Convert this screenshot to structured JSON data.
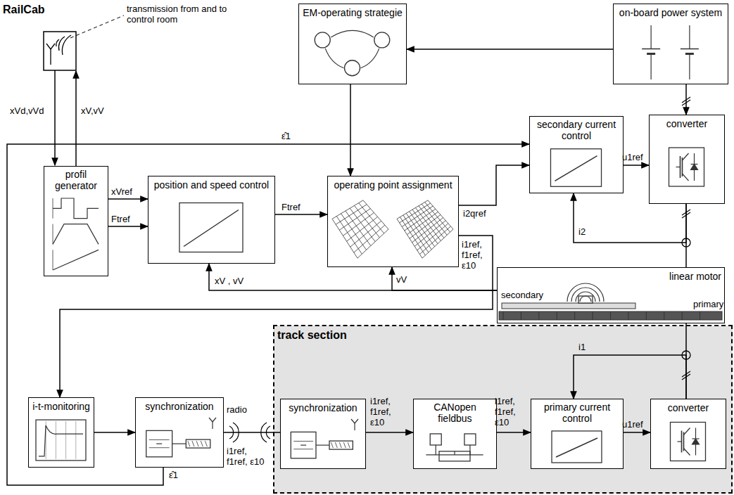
{
  "diagram": {
    "title": "RailCab",
    "nodes": [
      {
        "text": [
          "EM-operating strategie"
        ]
      },
      {
        "text": [
          "on-board power system"
        ]
      },
      {
        "text": [
          "profil generator"
        ]
      },
      {
        "text": [
          "position and speed control"
        ]
      },
      {
        "text": [
          "operating point assignment"
        ]
      },
      {
        "text": [
          "secondary current control"
        ]
      },
      {
        "text": [
          "converter"
        ]
      },
      {
        "text": [
          "linear motor"
        ]
      },
      {
        "text": [
          "i-t-monitoring"
        ]
      },
      {
        "text": [
          "synchronization"
        ]
      },
      {
        "text": [
          "track section"
        ]
      },
      {
        "text": [
          "synchronization"
        ],
        "in": 10
      },
      {
        "text": [
          "CANopen fieldbus"
        ],
        "in": 10
      },
      {
        "text": [
          "primary current control"
        ],
        "in": 10
      },
      {
        "text": [
          "converter"
        ],
        "in": 10
      }
    ],
    "edges": [
      {
        "from": 1,
        "to": 0,
        "arrow": "to"
      },
      {
        "from": 1,
        "to": 6,
        "arrow": "to"
      },
      {
        "from": 0,
        "to": 4,
        "arrow": "to"
      },
      {
        "from": 2,
        "to": 3,
        "label": "xVref",
        "arrow": "to"
      },
      {
        "from": 2,
        "to": 3,
        "label": "Ftref",
        "arrow": "to"
      },
      {
        "from": 3,
        "to": 4,
        "label": "Ftref",
        "arrow": "to"
      },
      {
        "from": 4,
        "to": 5,
        "label": "i2qref",
        "arrow": "to"
      },
      {
        "from": 5,
        "to": 6,
        "label": "u1ref",
        "arrow": "to"
      },
      {
        "from": 6,
        "to": 7,
        "arrow": "none"
      },
      {
        "from": 6,
        "to": 5,
        "label": "i2",
        "arrow": "to"
      },
      {
        "from": 7,
        "to": 3,
        "label": "xV , vV",
        "arrow": "to"
      },
      {
        "from": 7,
        "to": 4,
        "label": "vV",
        "arrow": "to"
      },
      {
        "from": 4,
        "to": 8,
        "label": "i1ref, f1ref, ε10",
        "arrow": "to"
      },
      {
        "from": 8,
        "to": 9,
        "arrow": "to"
      },
      {
        "from": 9,
        "to": 11,
        "label": "i1ref, f1ref, ε10",
        "arrow": "none"
      },
      {
        "from": 11,
        "to": 12,
        "label": "i1ref, f1ref, ε10",
        "arrow": "to"
      },
      {
        "from": 12,
        "to": 13,
        "label": "i1ref, f1ref, ε10",
        "arrow": "to"
      },
      {
        "from": 13,
        "to": 14,
        "label": "u1ref",
        "arrow": "to"
      },
      {
        "from": 14,
        "to": 7,
        "arrow": "none"
      },
      {
        "from": 14,
        "to": 13,
        "label": "i1",
        "arrow": "to"
      },
      {
        "from": 9,
        "to": 5,
        "label": "ε̂1",
        "arrow": "to"
      }
    ],
    "labels": [
      "transmission from and to control room",
      "xVd,vVd",
      "xV,vV",
      "secondary",
      "primary",
      "radio",
      "ε̂1"
    ]
  }
}
